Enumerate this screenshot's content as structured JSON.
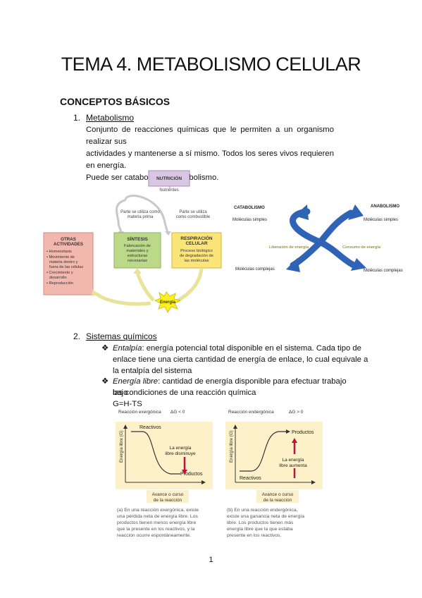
{
  "title": "TEMA 4. METABOLISMO CELULAR",
  "section_heading": "CONCEPTOS BÁSICOS",
  "item1": {
    "number": "1.",
    "heading": "Metabolismo",
    "lines": [
      "Conjunto de reacciones químicas que le permiten a un organismo realizar sus",
      "actividades y mantenerse a sí mismo. Todos los seres vivos requieren en energía.",
      "Puede ser catabolismo o anabolismo."
    ]
  },
  "diagram1": {
    "nutricion": "NUTRICIÓN",
    "nutrientes": "Nutrientes",
    "materia_prima": [
      "Parte se utiliza como",
      "materia prima"
    ],
    "combustible": [
      "Parte se utiliza",
      "como combustible"
    ],
    "otras_title": [
      "OTRAS",
      "ACTIVIDADES"
    ],
    "otras_items": [
      "• Homeostasis",
      "• Movimiento de",
      "materia dentro y",
      "fuera de las células",
      "• Crecimiento y",
      "desarrollo",
      "• Reproducción"
    ],
    "sintesis_title": "SÍNTESIS",
    "sintesis_text": [
      "Fabricación de",
      "materiales y",
      "estructuras",
      "necesarias"
    ],
    "respiracion_title": [
      "RESPIRACIÓN",
      "CELULAR"
    ],
    "respiracion_text": [
      "Proceso biológico",
      "de degradación de",
      "las moléculas"
    ],
    "energia": "Energía"
  },
  "diagram2": {
    "catabolismo": "CATABOLISMO",
    "anabolismo": "ANABOLISMO",
    "mol_simples_left": "Moléculas simples",
    "mol_simples_right": "Moléculas simples",
    "mol_complejas_left": "Moléculas complejas",
    "mol_complejas_right": "Moléculas complejas",
    "liberacion": "Liberación de energía",
    "consumo": "Consumo de energía"
  },
  "item2": {
    "number": "2.",
    "heading": "Sistemas químicos",
    "b1_term": "Entalpía",
    "b1_line1_rest": ": energía potencial total disponible en el sistema. Cada tipo de",
    "b1_line2": "enlace tiene una cierta cantidad de energía de enlace, lo cual equivale a",
    "b1_line3": "la entalpía del sistema",
    "b2_term": "Energía libre",
    "b2_line1_rest": ": cantidad de energía disponible para efectuar trabajo bajo",
    "b2_line2": "las condiciones de una reacción química",
    "formula": "G=H-TS"
  },
  "graphs": {
    "left": {
      "header": "Reacción exergónica",
      "delta": "ΔG < 0",
      "reactivos": "Reactivos",
      "productos": "Productos",
      "note": [
        "La energía",
        "libre disminuye"
      ],
      "ylabel": "Energía libre (G)",
      "xlabel": [
        "Avance o curso",
        "de la reacción"
      ],
      "caption": [
        "(a) En una reacción exergónica, existe",
        "una pérdida neta de energía libre. Los",
        "productos tienen menos energía libre",
        "que la presente en los reactivos, y la",
        "reacción ocurre espontáneamente."
      ]
    },
    "right": {
      "header": "Reacción endergónica",
      "delta": "ΔG > 0",
      "reactivos": "Reactivos",
      "productos": "Productos",
      "note": [
        "La energía",
        "libre aumenta"
      ],
      "ylabel": "Energía libre (G)",
      "xlabel": [
        "Avance o curso",
        "de la reacción"
      ],
      "caption": [
        "(b) En una reacción endergónica,",
        "existe una ganancia neta de energía",
        "libre. Los productos tienen más",
        "energía libre que la que estaba",
        "presente en los reactivos."
      ]
    }
  },
  "page_number": "1",
  "colors": {
    "nutricion_box": "#d9c6e3",
    "otras_box": "#f2b8ad",
    "sintesis_box": "#bcd98a",
    "respiracion_box": "#fbe57a",
    "arrow_blue": "#2f63b5",
    "graph_bg": "#fcf1c8",
    "red_arrow": "#c0123c"
  }
}
